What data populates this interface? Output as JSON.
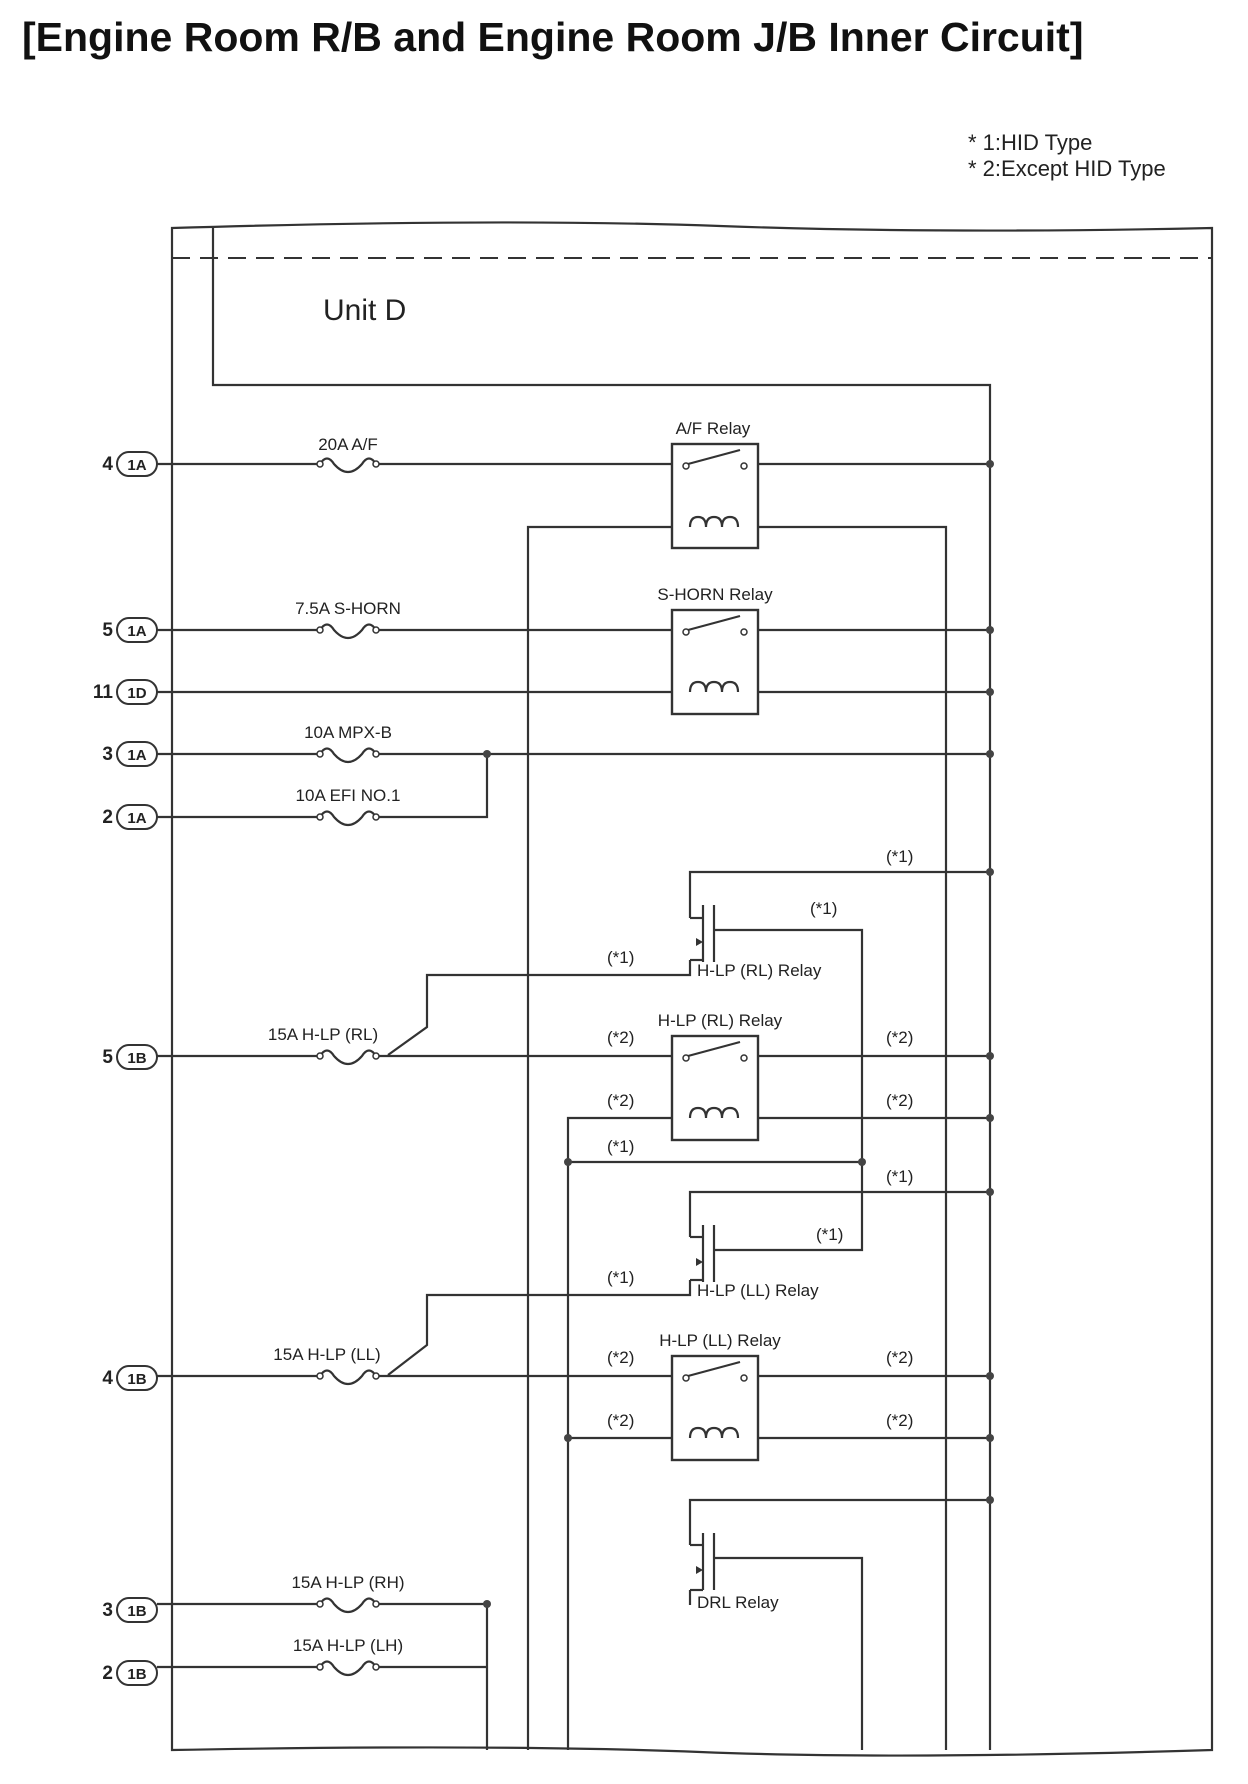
{
  "title": "[Engine Room R/B and Engine Room J/B Inner Circuit]",
  "notes": [
    "* 1:HID Type",
    "* 2:Except HID Type"
  ],
  "unit_label": "Unit D",
  "connectors": [
    {
      "pin": "4",
      "code": "1A"
    },
    {
      "pin": "5",
      "code": "1A"
    },
    {
      "pin": "11",
      "code": "1D"
    },
    {
      "pin": "3",
      "code": "1A"
    },
    {
      "pin": "2",
      "code": "1A"
    },
    {
      "pin": "5",
      "code": "1B"
    },
    {
      "pin": "4",
      "code": "1B"
    },
    {
      "pin": "3",
      "code": "1B"
    },
    {
      "pin": "2",
      "code": "1B"
    }
  ],
  "fuses": [
    "20A A/F",
    "7.5A S-HORN",
    "10A MPX-B",
    "10A EFI NO.1",
    "15A H-LP (RL)",
    "15A H-LP (LL)",
    "15A H-LP (RH)",
    "15A H-LP (LH)"
  ],
  "relays": [
    "A/F Relay",
    "S-HORN Relay",
    "H-LP (RL) Relay",
    "H-LP (RL) Relay",
    "H-LP (LL) Relay",
    "H-LP (LL) Relay",
    "DRL Relay"
  ],
  "tags": {
    "hid": "(*1)",
    "non_hid": "(*2)"
  },
  "colors": {
    "line": "#333333",
    "text": "#222222"
  }
}
